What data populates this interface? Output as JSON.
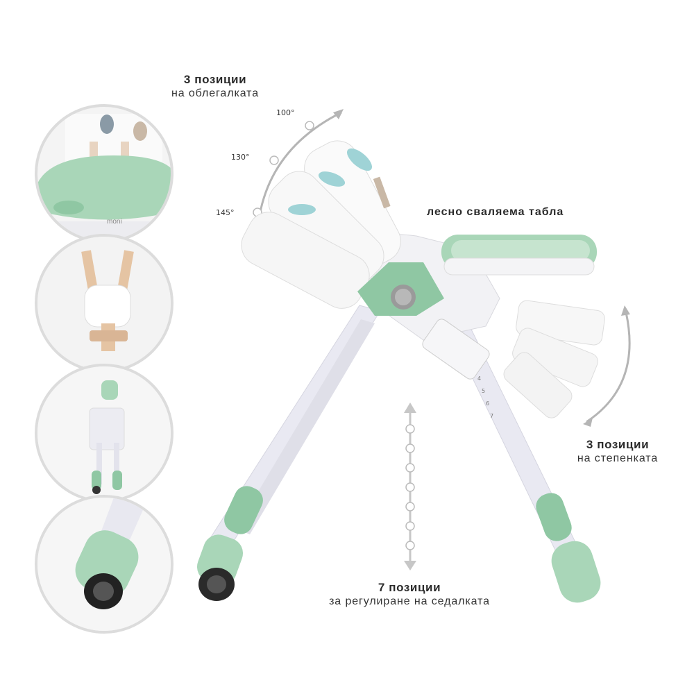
{
  "labels": {
    "backrest": {
      "bold": "3 позиции",
      "sub": "на облегалката"
    },
    "tray": {
      "text": "лесно сваляема табла"
    },
    "footrest": {
      "bold": "3 позиции",
      "sub": "на степенката"
    },
    "seat": {
      "bold": "7 позиции",
      "sub": "за регулиране на седалката"
    }
  },
  "angles": {
    "a100": "100°",
    "a130": "130°",
    "a145": "145°"
  },
  "brand": "moni",
  "height_scale": [
    "4",
    "5",
    "6",
    "7"
  ],
  "colors": {
    "mint": "#a9d6b8",
    "mint_dark": "#7fbf98",
    "frame": "#e6e6ee",
    "arrow": "#b5b5b5"
  }
}
